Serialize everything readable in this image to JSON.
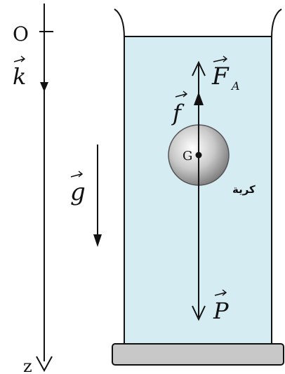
{
  "axis": {
    "origin_label": "O",
    "end_label": "z",
    "unit_vector_label": "k"
  },
  "gravity": {
    "label": "g"
  },
  "forces": {
    "archimedes": {
      "label": "F",
      "subscript": "A"
    },
    "friction": {
      "label": "f"
    },
    "weight": {
      "label": "P"
    }
  },
  "ball": {
    "center_label": "G",
    "name_label": "كرية"
  },
  "colors": {
    "liquid": "#d6ecf3",
    "base": "#c8c8c8",
    "ink": "#111111"
  }
}
